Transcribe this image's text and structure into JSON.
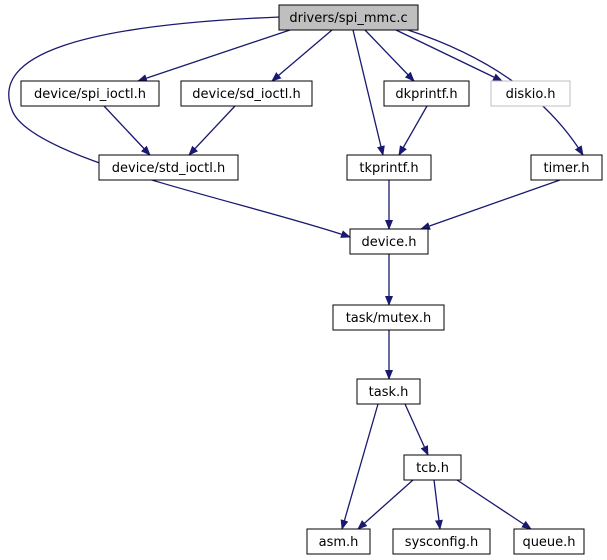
{
  "graph": {
    "colors": {
      "edge": "#191970",
      "root_fill": "#bfbfbf",
      "node_fill": "#ffffff",
      "node_stroke": "#000000",
      "missing_stroke": "#bfbfbf",
      "missing_text": "#7f7f7f"
    },
    "nodes": [
      {
        "id": "spi_mmc",
        "label": "drivers/spi_mmc.c",
        "style": "root"
      },
      {
        "id": "spi_ioctl",
        "label": "device/spi_ioctl.h",
        "style": "normal"
      },
      {
        "id": "sd_ioctl",
        "label": "device/sd_ioctl.h",
        "style": "normal"
      },
      {
        "id": "dkprintf",
        "label": "dkprintf.h",
        "style": "normal"
      },
      {
        "id": "diskio",
        "label": "diskio.h",
        "style": "missing"
      },
      {
        "id": "std_ioctl",
        "label": "device/std_ioctl.h",
        "style": "normal"
      },
      {
        "id": "tkprintf",
        "label": "tkprintf.h",
        "style": "normal"
      },
      {
        "id": "timer",
        "label": "timer.h",
        "style": "normal"
      },
      {
        "id": "device",
        "label": "device.h",
        "style": "normal"
      },
      {
        "id": "mutex",
        "label": "task/mutex.h",
        "style": "normal"
      },
      {
        "id": "task",
        "label": "task.h",
        "style": "normal"
      },
      {
        "id": "tcb",
        "label": "tcb.h",
        "style": "normal"
      },
      {
        "id": "asm",
        "label": "asm.h",
        "style": "normal"
      },
      {
        "id": "sysconfig",
        "label": "sysconfig.h",
        "style": "normal"
      },
      {
        "id": "queue",
        "label": "queue.h",
        "style": "normal"
      }
    ],
    "edges": [
      {
        "from": "spi_mmc",
        "to": "spi_ioctl"
      },
      {
        "from": "spi_mmc",
        "to": "sd_ioctl"
      },
      {
        "from": "spi_mmc",
        "to": "dkprintf"
      },
      {
        "from": "spi_mmc",
        "to": "diskio"
      },
      {
        "from": "spi_mmc",
        "to": "tkprintf"
      },
      {
        "from": "spi_mmc",
        "to": "timer"
      },
      {
        "from": "spi_mmc",
        "to": "device"
      },
      {
        "from": "spi_ioctl",
        "to": "std_ioctl"
      },
      {
        "from": "sd_ioctl",
        "to": "std_ioctl"
      },
      {
        "from": "dkprintf",
        "to": "tkprintf"
      },
      {
        "from": "tkprintf",
        "to": "device"
      },
      {
        "from": "timer",
        "to": "device"
      },
      {
        "from": "device",
        "to": "mutex"
      },
      {
        "from": "mutex",
        "to": "task"
      },
      {
        "from": "task",
        "to": "tcb"
      },
      {
        "from": "task",
        "to": "asm"
      },
      {
        "from": "tcb",
        "to": "asm"
      },
      {
        "from": "tcb",
        "to": "sysconfig"
      },
      {
        "from": "tcb",
        "to": "queue"
      }
    ]
  }
}
